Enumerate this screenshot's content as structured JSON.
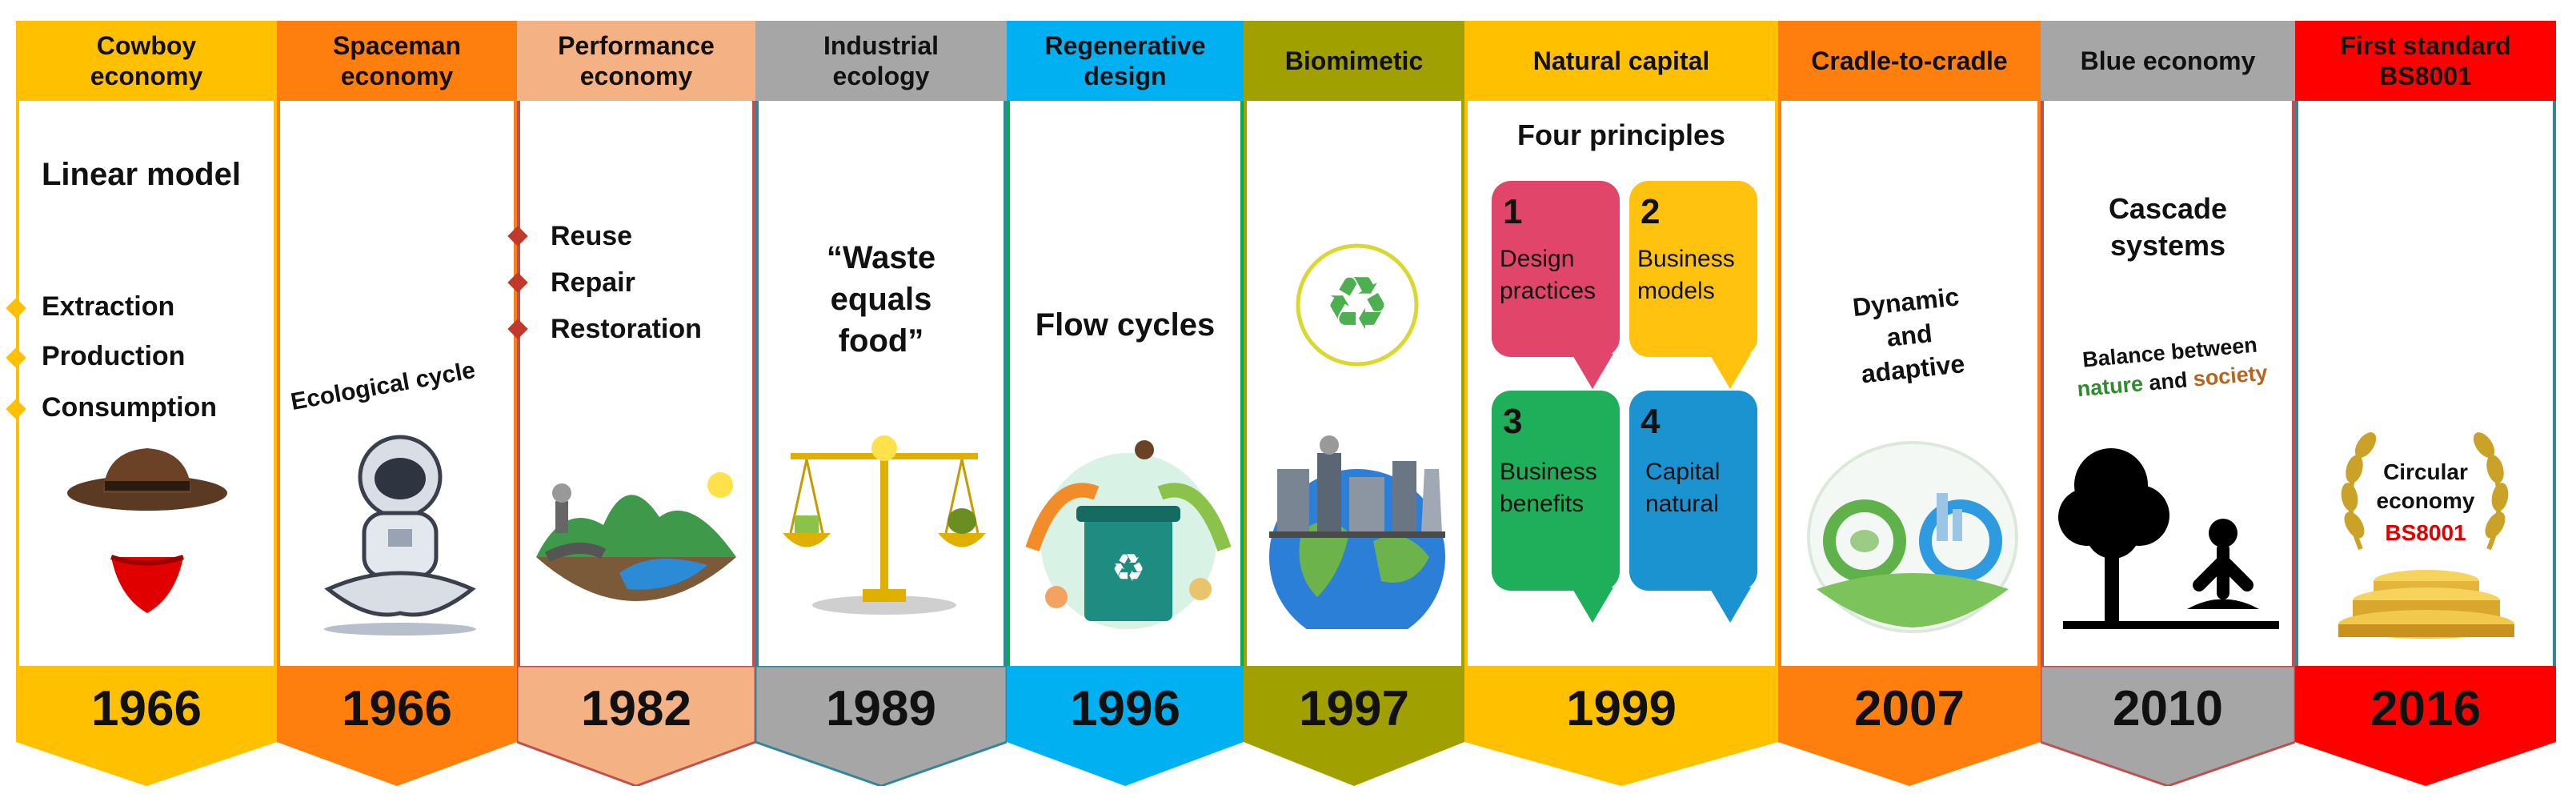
{
  "columns": [
    {
      "id": "cowboy",
      "title": "Cowboy\neconomy",
      "year": "1966",
      "color": "#FFC000"
    },
    {
      "id": "spaceman",
      "title": "Spaceman\neconomy",
      "year": "1966",
      "color": "#FF7F0E"
    },
    {
      "id": "performance",
      "title": "Performance\neconomy",
      "year": "1982",
      "color": "#F4B183"
    },
    {
      "id": "industrial",
      "title": "Industrial\necology",
      "year": "1989",
      "color": "#A6A6A6"
    },
    {
      "id": "regenerative",
      "title": "Regenerative\ndesign",
      "year": "1996",
      "color": "#00B0F0"
    },
    {
      "id": "biomimetic",
      "title": "Biomimetic",
      "year": "1997",
      "color": "#A0A000"
    },
    {
      "id": "natural",
      "title": "Natural capital",
      "year": "1999",
      "color": "#FFC000"
    },
    {
      "id": "cradle",
      "title": "Cradle-to-cradle",
      "year": "2007",
      "color": "#FF7F0E"
    },
    {
      "id": "blue",
      "title": "Blue economy",
      "year": "2010",
      "color": "#A6A6A6"
    },
    {
      "id": "standard",
      "title": "First standard\nBS8001",
      "year": "2016",
      "color": "#FF0000"
    }
  ],
  "cowboy": {
    "heading": "Linear model",
    "items": [
      "Extraction",
      "Production",
      "Consumption"
    ]
  },
  "spaceman": {
    "caption": "Ecological cycle"
  },
  "performance": {
    "items": [
      "Reuse",
      "Repair",
      "Restoration"
    ]
  },
  "industrial": {
    "quote": "“Waste\nequals\nfood”"
  },
  "regenerative": {
    "caption": "Flow cycles"
  },
  "natural": {
    "heading": "Four principles",
    "principles": [
      {
        "num": "1",
        "text": "Design\npractices",
        "color": "#E2456A"
      },
      {
        "num": "2",
        "text": "Business\nmodels",
        "color": "#FFC20E"
      },
      {
        "num": "3",
        "text": "Business\nbenefits",
        "color": "#1FAE5A"
      },
      {
        "num": "4",
        "text": "Capital\nnatural",
        "color": "#1A93D0"
      }
    ]
  },
  "cradle": {
    "caption": "Dynamic\nand\nadaptive"
  },
  "blue": {
    "heading": "Cascade\nsystems",
    "balance_prefix": "Balance between",
    "word_nature": "nature",
    "word_and": "and",
    "word_society": "society",
    "nature_color": "#2E8B2E",
    "society_color": "#B5651D"
  },
  "standard": {
    "badge_line1": "Circular",
    "badge_line2": "economy",
    "badge_code": "BS8001"
  }
}
